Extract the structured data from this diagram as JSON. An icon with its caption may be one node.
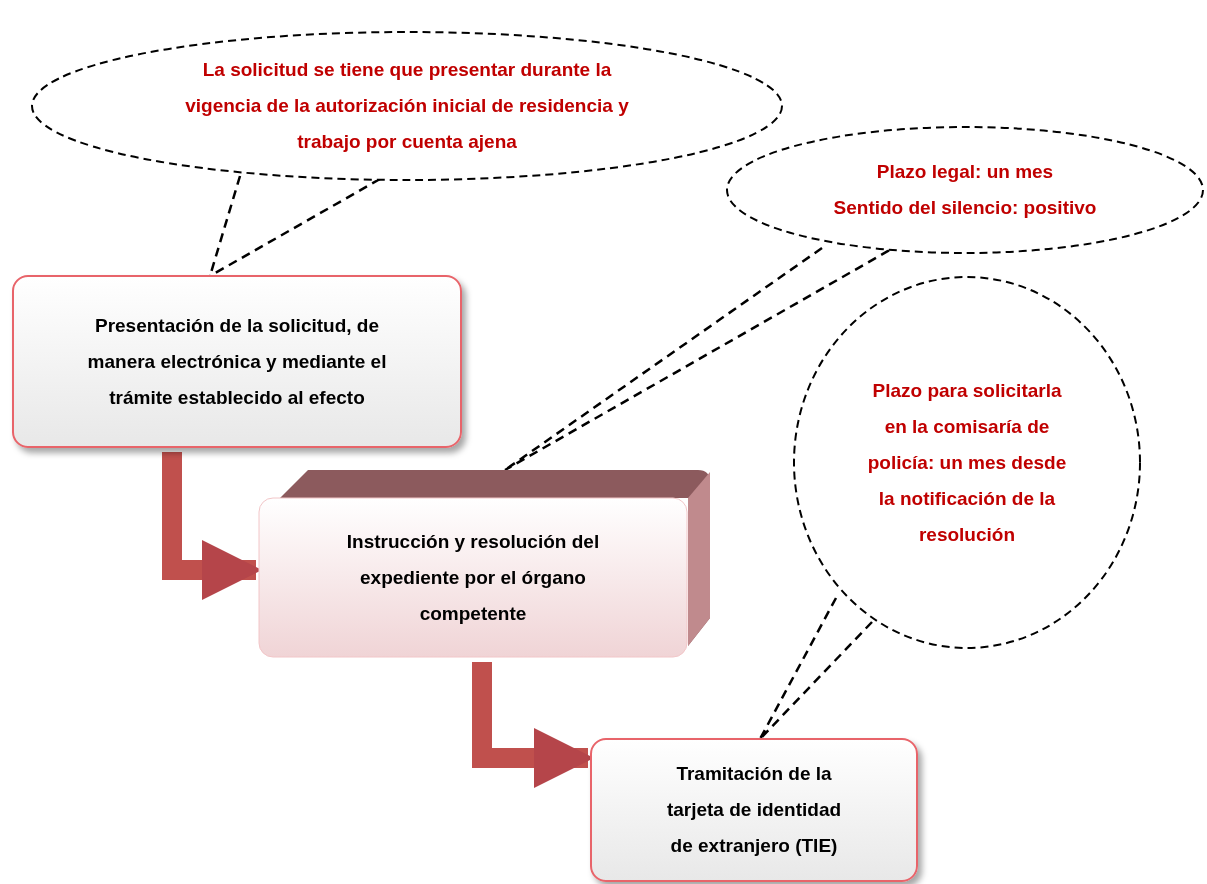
{
  "diagram": {
    "nodes": [
      {
        "text": [
          "La solicitud se tiene que presentar durante la vigencia de la autorización inicial de residencia y trabajo por cuenta ajena"
        ]
      },
      {
        "text": [
          "Plazo legal: un mes",
          "Sentido del silencio: positivo"
        ]
      },
      {
        "text": [
          "Plazo para solicitarla en la comisaría de policía: un mes desde la notificación de la resolución"
        ]
      },
      {
        "text": [
          "Presentación de la solicitud, de manera electrónica y mediante el trámite establecido al efecto"
        ]
      },
      {
        "text": [
          "Instrucción y resolución del expediente por el órgano competente"
        ]
      },
      {
        "text": [
          "Tramitación de la tarjeta de identidad de extranjero (TIE)"
        ]
      }
    ],
    "edges": [
      {
        "from": 0,
        "to": 3,
        "arrow": "none",
        "style": "dashed"
      },
      {
        "from": 1,
        "to": 4,
        "arrow": "none",
        "style": "dashed"
      },
      {
        "from": 2,
        "to": 5,
        "arrow": "none",
        "style": "dashed"
      },
      {
        "from": 3,
        "to": 4,
        "arrow": "to",
        "style": "thick",
        "color": "#c0504d"
      },
      {
        "from": 4,
        "to": 5,
        "arrow": "to",
        "style": "thick",
        "color": "#c0504d"
      }
    ]
  }
}
